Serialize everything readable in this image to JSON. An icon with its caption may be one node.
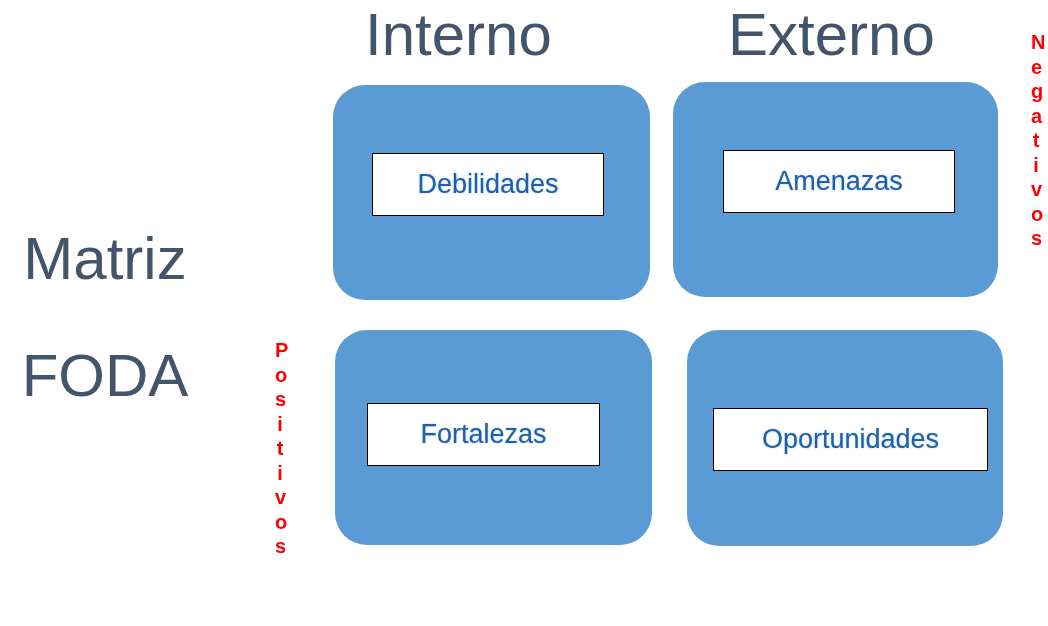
{
  "diagram": {
    "title": "Matriz FODA",
    "nodes": [
      {
        "text": [],
        "shape": "box"
      },
      {
        "text": [
          "Debilidades"
        ],
        "in": 0
      },
      {
        "text": [],
        "shape": "box"
      },
      {
        "text": [
          "Amenazas"
        ],
        "in": 2
      },
      {
        "text": [],
        "shape": "box"
      },
      {
        "text": [
          "Fortalezas"
        ],
        "in": 4
      },
      {
        "text": [],
        "shape": "box"
      },
      {
        "text": [
          "Oportunidades"
        ],
        "in": 6
      }
    ],
    "labels": [
      "Interno",
      "Externo",
      "Negativos",
      "Positivos"
    ]
  }
}
